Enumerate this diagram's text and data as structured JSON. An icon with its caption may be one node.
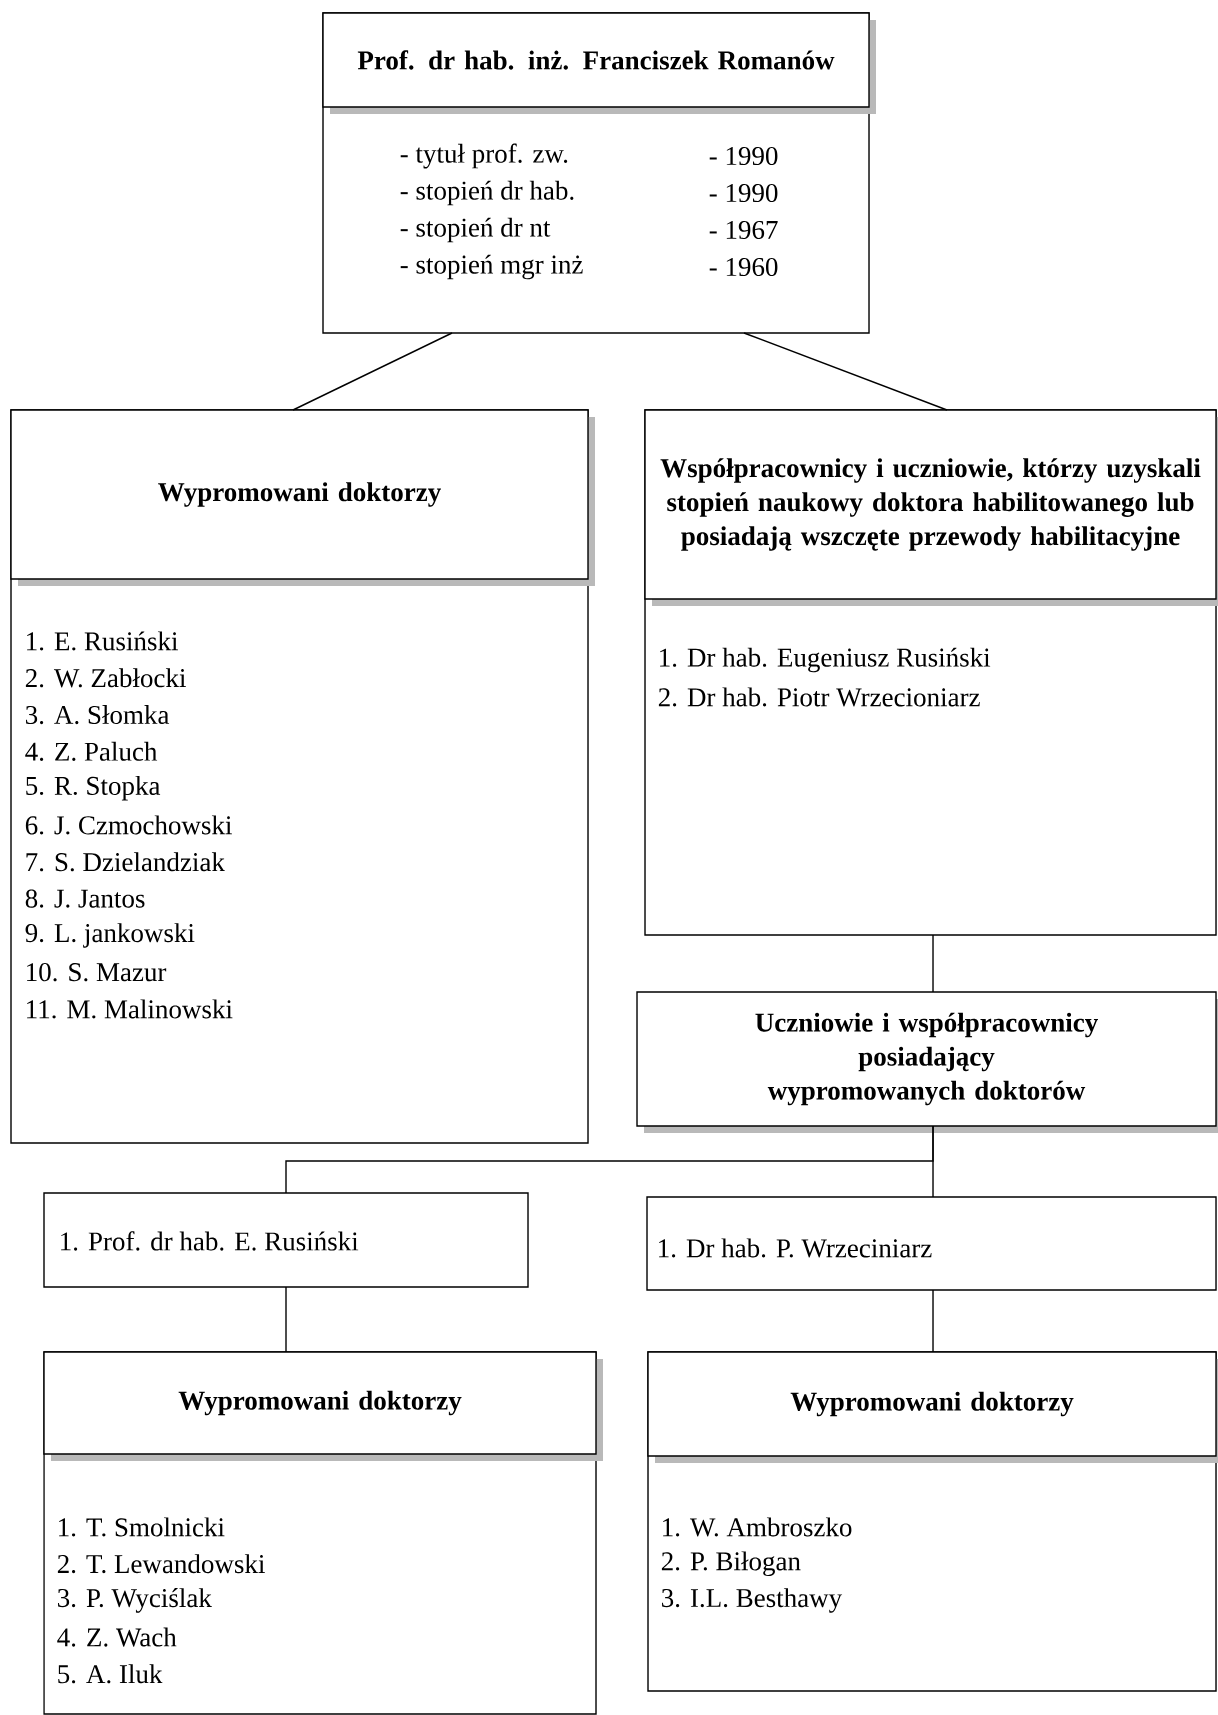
{
  "diagram": {
    "nodes": [
      {
        "text": [
          "Prof. dr hab. inż. Franciszek Romanów",
          "- tytuł prof. zw.",
          "- 1990",
          "- stopień dr hab.",
          "- 1990",
          "- stopień dr nt",
          "- 1967",
          "- stopień mgr inż",
          "- 1960"
        ]
      },
      {
        "text": [
          "Wypromowani doktorzy",
          "1. E. Rusiński",
          "2. W. Zabłocki",
          "3. A. Słomka",
          "4. Z. Paluch",
          "5. R. Stopka",
          "6. J. Czmochowski",
          "7. S. Dzielandziak",
          "8. J. Jantos",
          "9. L. jankowski",
          "10. S. Mazur",
          "11. M. Malinowski"
        ]
      },
      {
        "text": [
          "Współpracownicy i uczniowie, którzy uzyskali stopień naukowy doktora habilitowanego lub posiadają wszczęte przewody habilitacyjne",
          "1. Dr hab. Eugeniusz Rusiński",
          "2. Dr hab. Piotr Wrzecioniarz"
        ]
      },
      {
        "text": [
          "Uczniowie i współpracownicy posiadający wypromowanych doktorów"
        ]
      },
      {
        "text": [
          "1. Prof. dr hab. E. Rusiński"
        ]
      },
      {
        "text": [
          "1. Dr hab. P. Wrzeciniarz"
        ]
      },
      {
        "text": [
          "Wypromowani doktorzy",
          "1. T. Smolnicki",
          "2. T. Lewandowski",
          "3. P. Wyciślak",
          "4. Z. Wach",
          "5. A. Iluk"
        ]
      },
      {
        "text": [
          "Wypromowani doktorzy",
          "1. W. Ambroszko",
          "2. P. Biłogan",
          "3. I.L. Besthawy"
        ]
      }
    ],
    "edges": [
      {
        "from": 0,
        "to": 1,
        "arrow": "none"
      },
      {
        "from": 0,
        "to": 2,
        "arrow": "none"
      },
      {
        "from": 2,
        "to": 3,
        "arrow": "none"
      },
      {
        "from": 3,
        "to": 4,
        "arrow": "none"
      },
      {
        "from": 3,
        "to": 5,
        "arrow": "none"
      },
      {
        "from": 4,
        "to": 6,
        "arrow": "none"
      },
      {
        "from": 5,
        "to": 7,
        "arrow": "none"
      }
    ]
  }
}
